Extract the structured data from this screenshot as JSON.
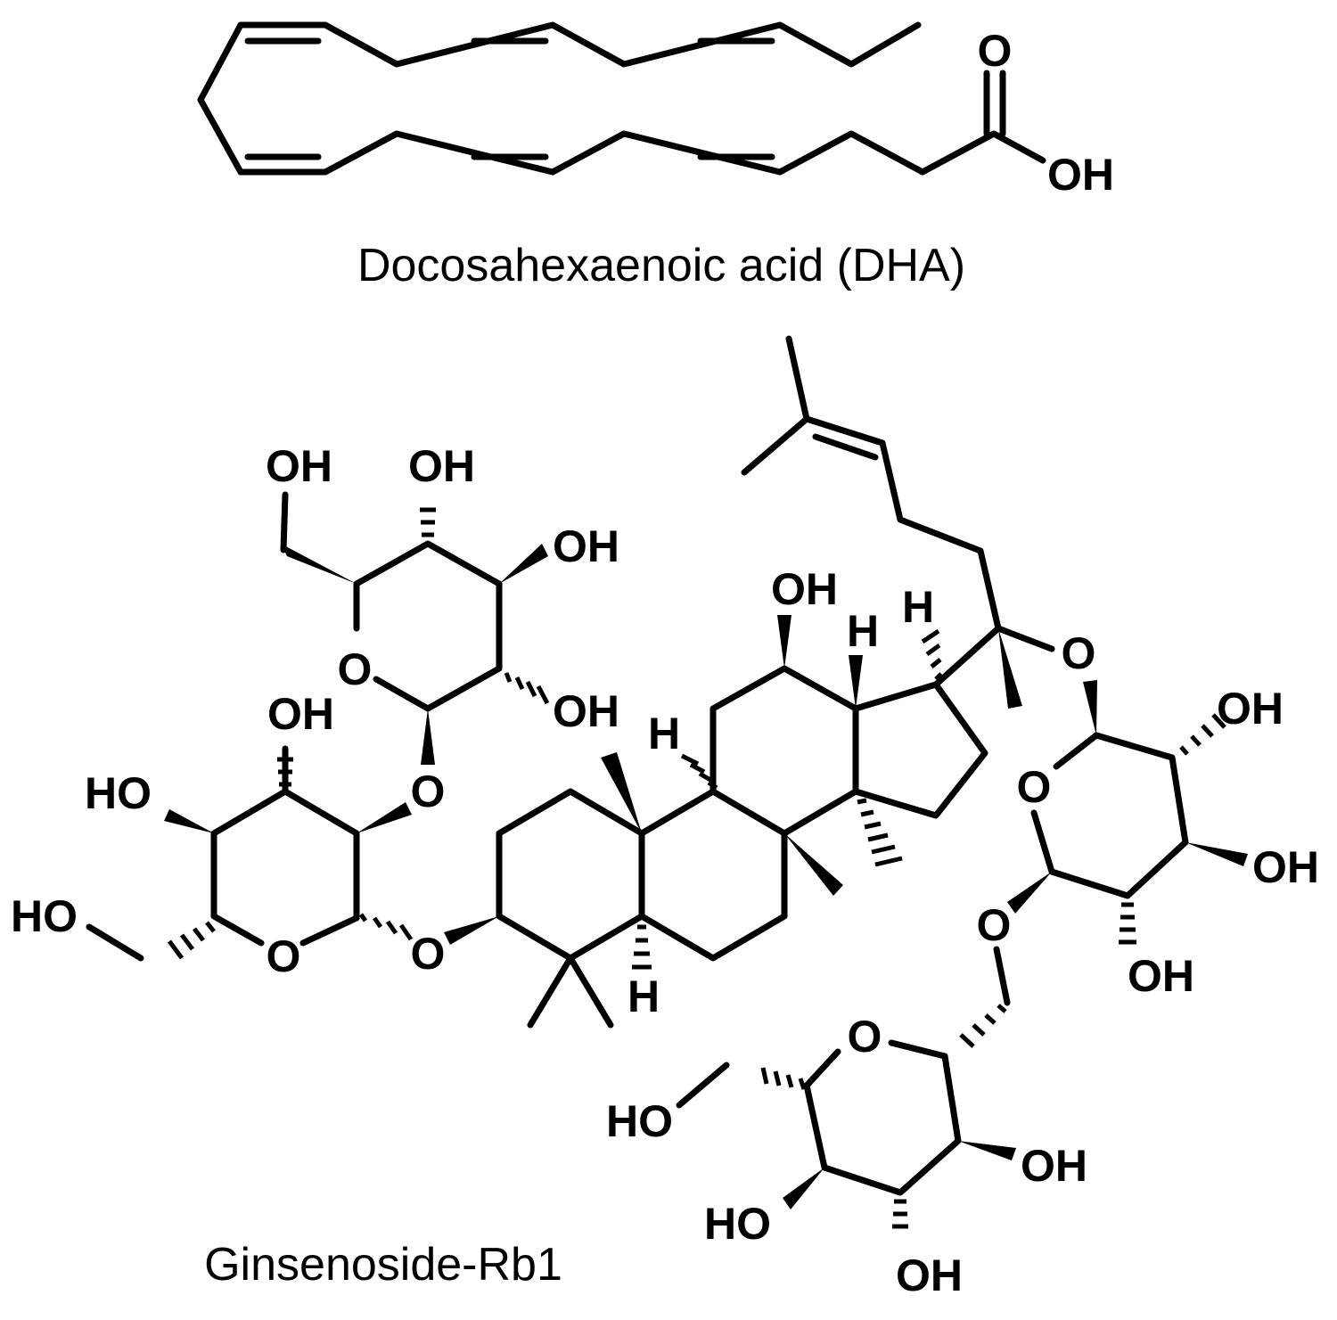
{
  "molecules": [
    {
      "name": "Docosahexaenoic acid (DHA)"
    },
    {
      "name": "Ginsenoside-Rb1"
    }
  ],
  "atom_labels": {
    "O": "O",
    "OH": "OH",
    "HO": "HO",
    "H": "H"
  },
  "colors": {
    "ink": "#000000",
    "background": "#ffffff"
  }
}
